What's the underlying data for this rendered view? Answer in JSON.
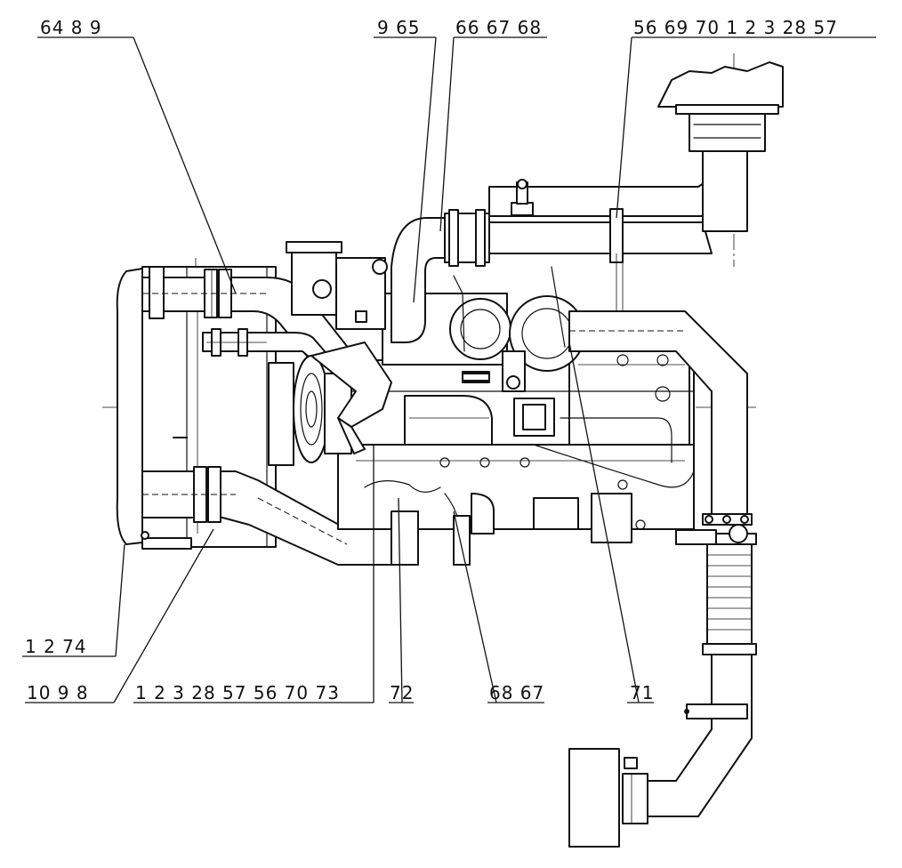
{
  "callouts": [
    {
      "id": "top-left",
      "text": "64  8   9"
    },
    {
      "id": "top-mid-1",
      "text": "9  65"
    },
    {
      "id": "top-mid-2",
      "text": "66  67  68"
    },
    {
      "id": "top-right",
      "text": "56  69  70   1   2   3  28  57"
    },
    {
      "id": "left-mid",
      "text": "1   2  74"
    },
    {
      "id": "left-low",
      "text": "10   9    8"
    },
    {
      "id": "bottom-long",
      "text": "1   2   3  28  57  56  70  73"
    },
    {
      "id": "bottom-72",
      "text": "72"
    },
    {
      "id": "bottom-68",
      "text": "68  67"
    },
    {
      "id": "bottom-71",
      "text": "71"
    }
  ]
}
